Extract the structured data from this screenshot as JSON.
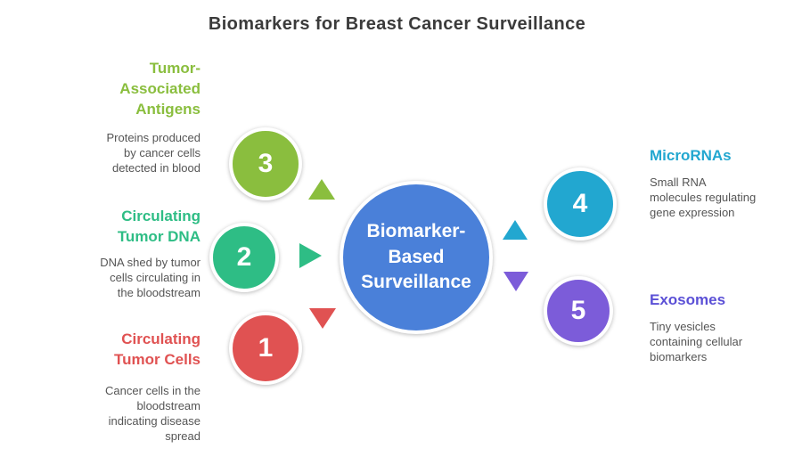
{
  "title": "Biomarkers for Breast Cancer Surveillance",
  "center": {
    "label": "Biomarker-\nBased\nSurveillance",
    "color": "#4a80d9"
  },
  "nodes": [
    {
      "number": "3",
      "label": "Tumor-\nAssociated\nAntigens",
      "description": "Proteins produced\nby cancer cells\ndetected in blood",
      "color": "#8abe3e",
      "label_color": "#8abe3e",
      "marker": "triangle-up"
    },
    {
      "number": "2",
      "label": "Circulating\nTumor DNA",
      "description": "DNA shed by tumor\ncells circulating in\nthe bloodstream",
      "color": "#2ebd85",
      "label_color": "#2ebd85",
      "marker": "triangle-right"
    },
    {
      "number": "1",
      "label": "Circulating\nTumor Cells",
      "description": "Cancer cells in the\nbloodstream\nindicating disease\nspread",
      "color": "#e05252",
      "label_color": "#e05252",
      "marker": "triangle-down"
    },
    {
      "number": "4",
      "label": "MicroRNAs",
      "description": "Small RNA\nmolecules regulating\ngene expression",
      "color": "#22a7d0",
      "label_color": "#22a7d0",
      "marker": "triangle-up"
    },
    {
      "number": "5",
      "label": "Exosomes",
      "description": "Tiny vesicles\ncontaining cellular\nbiomarkers",
      "color": "#7c5cd9",
      "label_color": "#5b50d6",
      "marker": "triangle-down"
    }
  ],
  "colors": {
    "title_text": "#3b3b3b",
    "description_text": "#555555",
    "background": "#ffffff"
  }
}
